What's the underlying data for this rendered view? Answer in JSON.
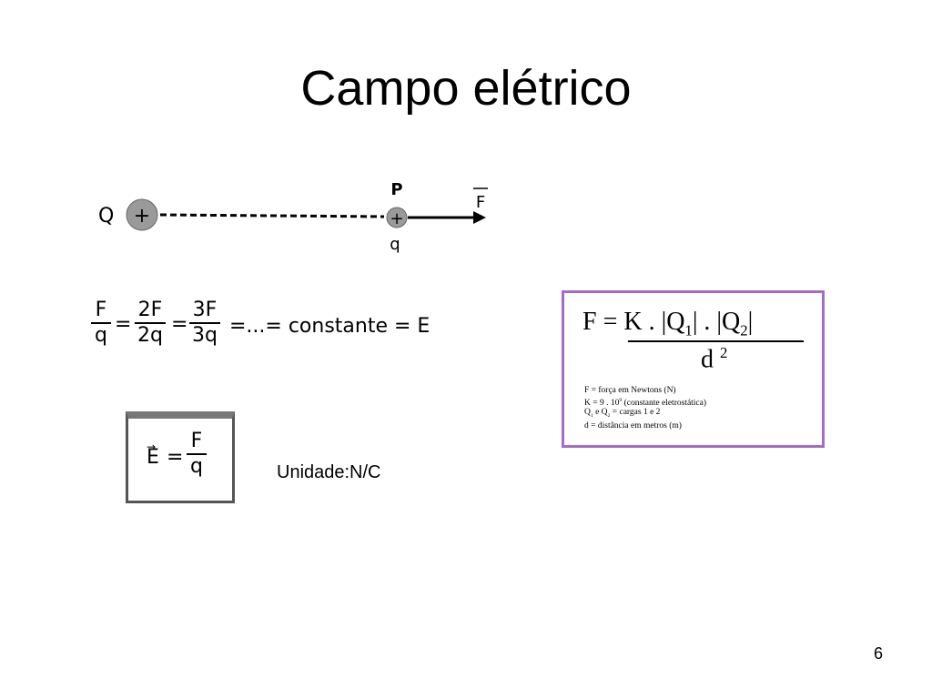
{
  "slide": {
    "title": "Campo elétrico",
    "page_number": "6"
  },
  "diagram": {
    "source_charge": "Q",
    "source_sign": "+",
    "point_label": "P",
    "test_sign": "+",
    "test_charge": "q",
    "force_label": "F"
  },
  "ratio_equation": {
    "f1_num": "F",
    "f1_den": "q",
    "f2_num": "2F",
    "f2_den": "2q",
    "f3_num": "3F",
    "f3_den": "3q",
    "eq1": "=",
    "eq2": "=",
    "tail": "=...= constante = E"
  },
  "field_definition": {
    "lhs": "E",
    "eq": "=",
    "num": "F",
    "den": "q"
  },
  "unit_text": "Unidade:N/C",
  "coulomb": {
    "lhs": "F =",
    "numerator": "K . |Q",
    "sub1": "1",
    "mid": "| . |Q",
    "sub2": "2",
    "end": "|",
    "denominator": "d",
    "exp": "2",
    "legend_1": "F = força em Newtons (N)",
    "legend_2_a": "K = 9 . 10",
    "legend_2_exp": "9",
    "legend_2_b": " (constante eletrostática)",
    "legend_3_a": "Q",
    "legend_3_s1": "1",
    "legend_3_b": " e Q",
    "legend_3_s2": "2",
    "legend_3_c": " = cargas 1 e 2",
    "legend_4": "d = distância em metros (m)"
  },
  "colors": {
    "box_border": "#a46cc4",
    "charge_fill": "#9a9a9a"
  }
}
